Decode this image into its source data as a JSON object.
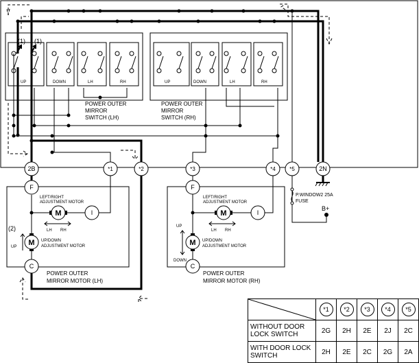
{
  "switch_lh": {
    "title": "POWER OUTER MIRROR SWITCH (LH)",
    "title_lines": [
      "POWER OUTER",
      "MIRROR",
      "SWITCH  (LH)"
    ],
    "labels": {
      "up": "UP",
      "down": "DOWN",
      "lh": "LH",
      "rh": "RH"
    }
  },
  "switch_rh": {
    "title": "POWER OUTER MIRROR SWITCH (RH)",
    "title_lines": [
      "POWER OUTER",
      "MIRROR",
      "SWITCH  (RH)"
    ],
    "labels": {
      "up": "UP",
      "down": "DOWN",
      "lh": "LH",
      "rh": "RH"
    }
  },
  "callouts": {
    "one_a": "(1)",
    "one_b": "(1)",
    "two": "(2)"
  },
  "connectors": {
    "c2b": "2B",
    "s1": "*1",
    "s2": "*2",
    "s3": "*3",
    "s4": "*4",
    "s5": "*5",
    "c2n": "2N"
  },
  "motor_lh": {
    "title_lines": [
      "POWER OUTER",
      "MIRROR MOTOR (LH)"
    ],
    "terminal_f": "F",
    "terminal_i": "I",
    "terminal_c": "C",
    "motor_symbol": "M",
    "lr_motor_lines": [
      "LEFT/RIGHT",
      "ADJUSTMENT MOTOR"
    ],
    "ud_motor_lines": [
      "UP/DOWN",
      "ADJUSTMENT MOTOR"
    ],
    "lh": "LH",
    "rh": "RH",
    "up": "UP"
  },
  "motor_rh": {
    "title_lines": [
      "POWER OUTER",
      "MIRROR MOTOR (RH)"
    ],
    "terminal_f": "F",
    "terminal_i": "I",
    "terminal_c": "C",
    "motor_symbol": "M",
    "lr_motor_lines": [
      "LEFT/RIGHT",
      "ADJUSTMENT MOTOR"
    ],
    "ud_motor_lines": [
      "UP/DOWN",
      "ADJUSTMENT MOTOR"
    ],
    "lh": "LH",
    "rh": "RH",
    "up": "UP",
    "down": "DOWN"
  },
  "fuse": {
    "lines": [
      "P.WINDOW2 25A",
      "FUSE"
    ]
  },
  "battery": {
    "label": "B+"
  },
  "table": {
    "headers": [
      "*1",
      "*2",
      "*3",
      "*4",
      "*5"
    ],
    "rows": [
      {
        "label_lines": [
          "WITHOUT DOOR",
          "LOCK SWITCH"
        ],
        "values": [
          "2G",
          "2H",
          "2E",
          "2J",
          "2C"
        ]
      },
      {
        "label_lines": [
          "WITH DOOR LOCK",
          "SWITCH"
        ],
        "values": [
          "2H",
          "2E",
          "2C",
          "2G",
          "2A"
        ]
      }
    ]
  }
}
